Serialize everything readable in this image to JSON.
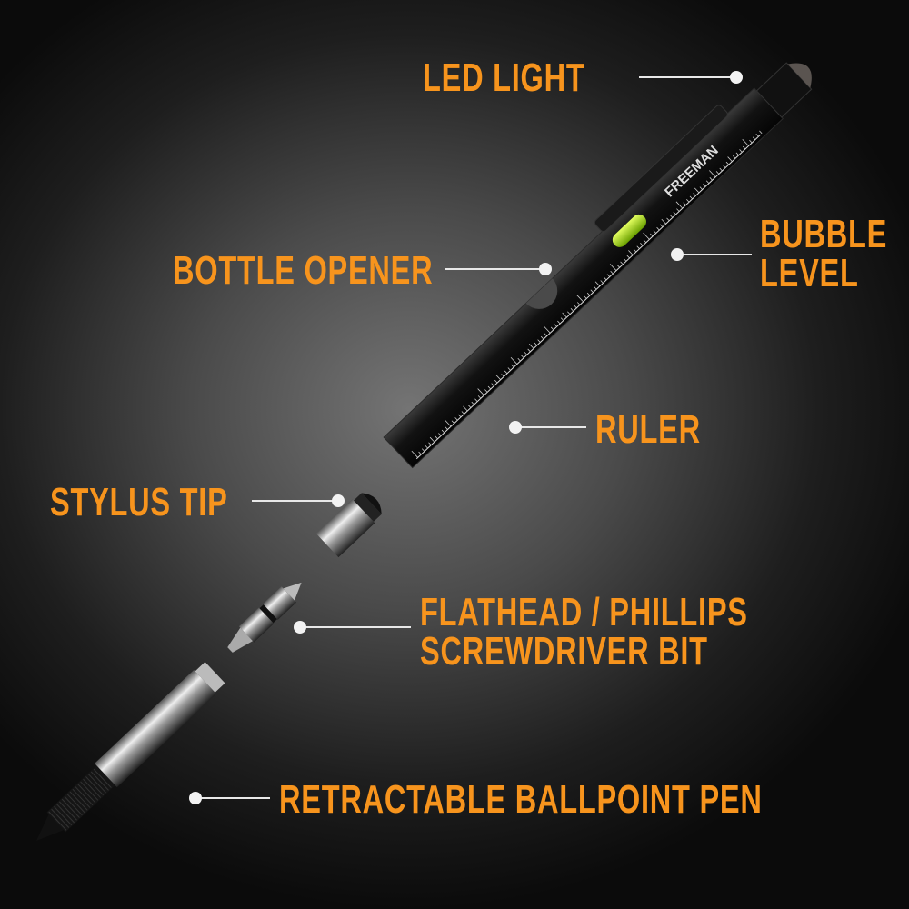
{
  "colors": {
    "accent": "#f7941d",
    "leader_line": "#e8e8e8",
    "bubble": "#b8f000"
  },
  "product": {
    "brand": "FREEMAN"
  },
  "callouts": {
    "led_light": "LED LIGHT",
    "bubble_level": [
      "BUBBLE",
      "LEVEL"
    ],
    "bottle_opener": "BOTTLE OPENER",
    "ruler": "RULER",
    "stylus_tip": "STYLUS TIP",
    "screwdriver_bit": [
      "FLATHEAD / PHILLIPS",
      "SCREWDRIVER BIT"
    ],
    "ballpoint_pen": "RETRACTABLE BALLPOINT PEN"
  }
}
